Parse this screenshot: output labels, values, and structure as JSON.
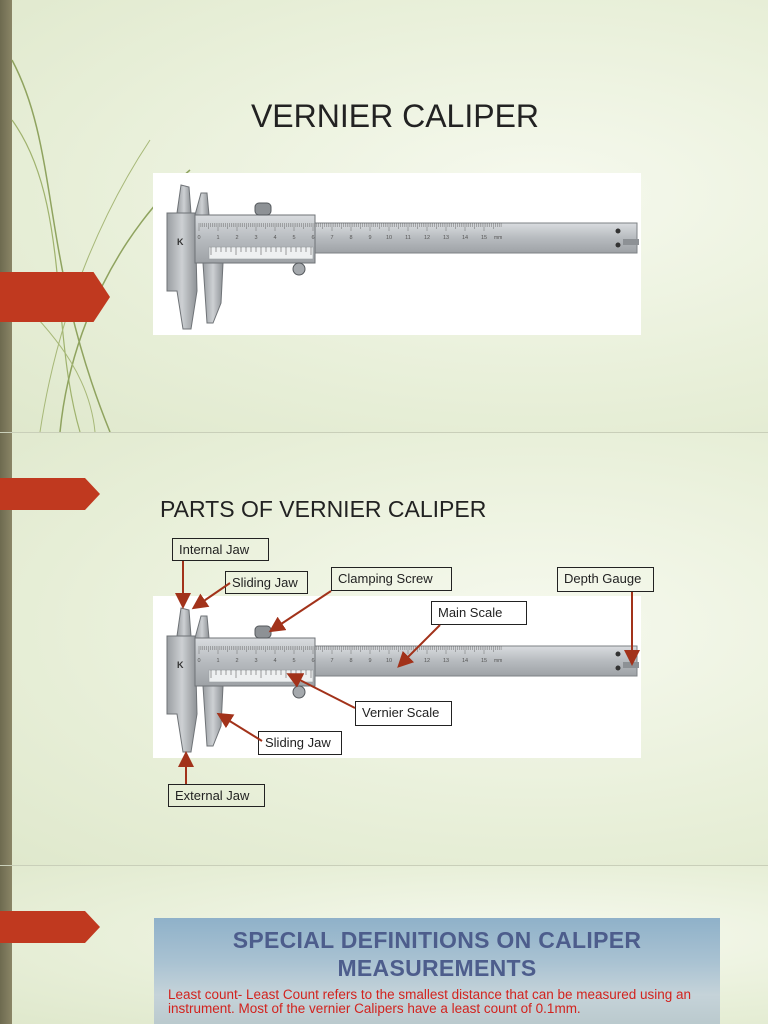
{
  "slides": [
    {
      "title": "VERNIER CALIPER",
      "photo": {
        "alt": "vernier caliper photograph"
      }
    },
    {
      "title": "PARTS OF VERNIER CALIPER",
      "labels": {
        "internal_jaw": "Internal Jaw",
        "sliding_jaw_top": "Sliding Jaw",
        "clamping_screw": "Clamping Screw",
        "main_scale": "Main Scale",
        "depth_gauge": "Depth Gauge",
        "vernier_scale": "Vernier Scale",
        "sliding_jaw_bottom": "Sliding Jaw",
        "external_jaw": "External Jaw"
      }
    },
    {
      "banner_title": "SPECIAL DEFINITIONS ON CALIPER MEASUREMENTS",
      "banner_text": "Least count- Least Count refers to the smallest distance that can be measured using an instrument. Most of the vernier Calipers have a least count of 0.1mm."
    }
  ],
  "caliper": {
    "main_scale_numbers": [
      "0",
      "1",
      "2",
      "3",
      "4",
      "5",
      "6",
      "7",
      "8",
      "9",
      "10",
      "11",
      "12",
      "13",
      "14",
      "15"
    ],
    "unit_mark": "mm",
    "brand_mark": "K"
  },
  "colors": {
    "accent_tab": "#c0391f",
    "arrow": "#a2321a",
    "banner_title": "#4d5d8c",
    "banner_text": "#d2231e"
  }
}
